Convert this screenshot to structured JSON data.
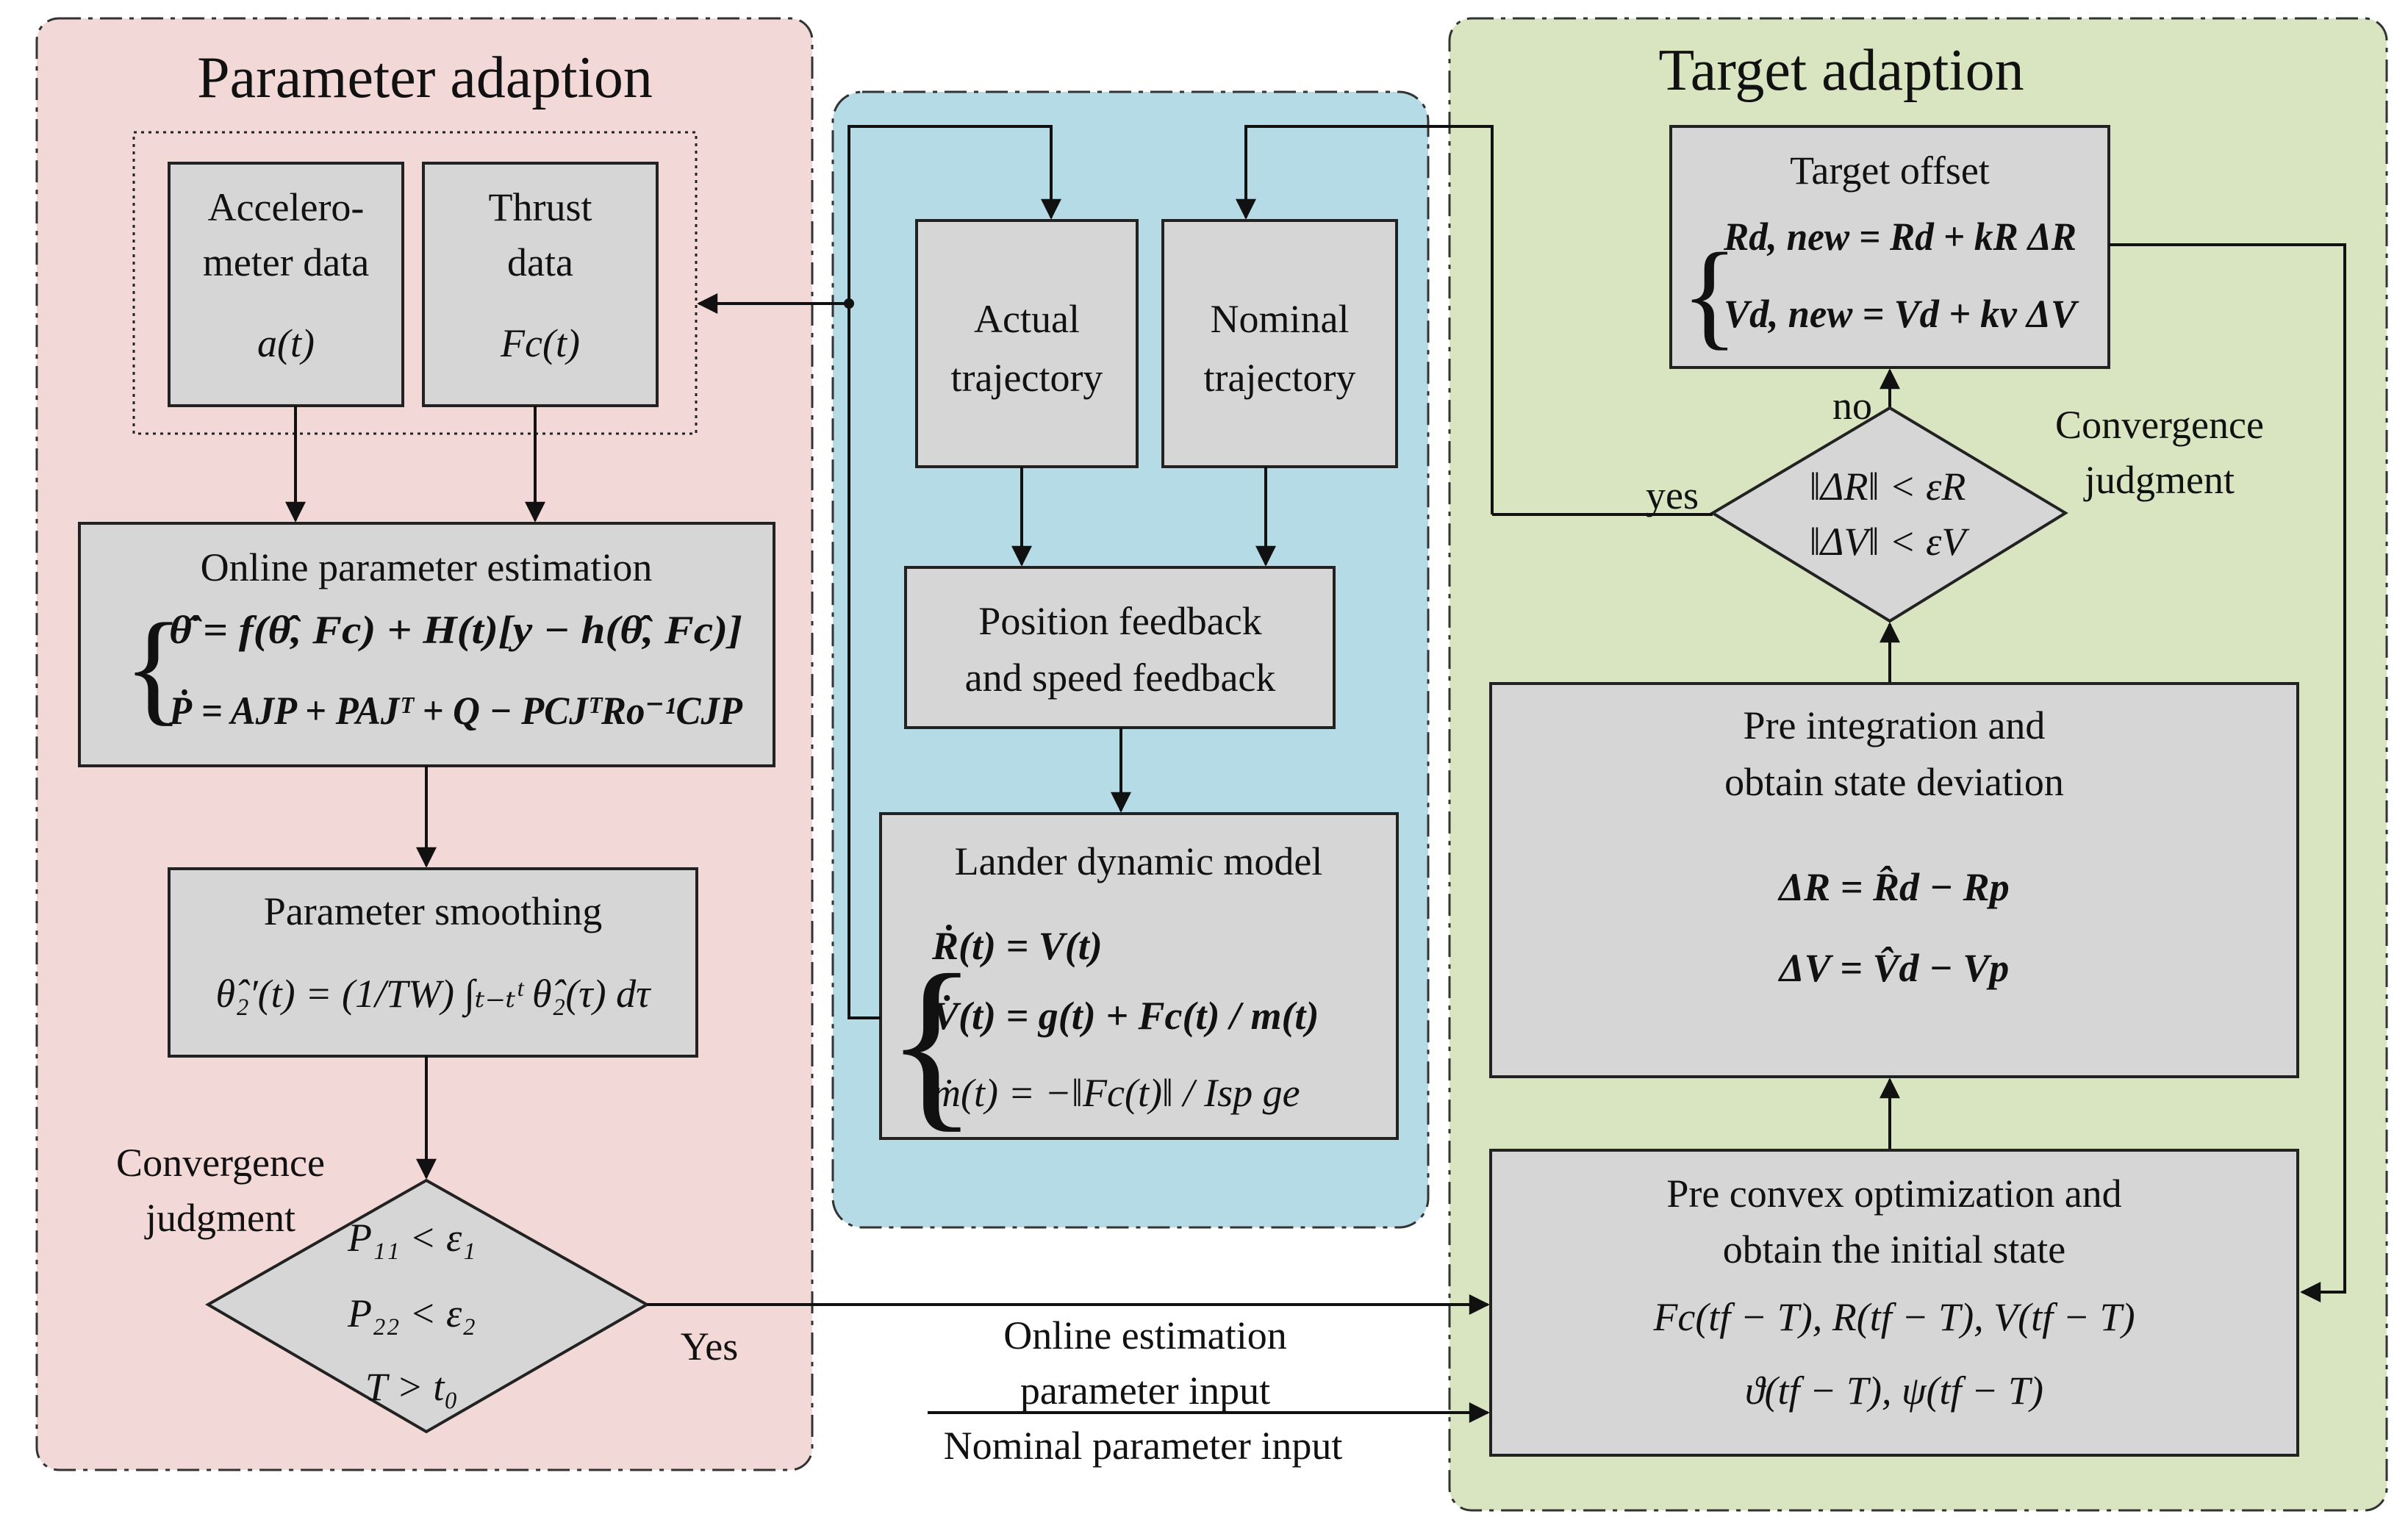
{
  "colors": {
    "left_panel": "#f2d9d8",
    "middle_panel": "#b5dbe6",
    "right_panel": "#d9e4c1",
    "box_fill": "#d6d6d6",
    "stroke": "#222222"
  },
  "left_panel": {
    "title": "Parameter adaption",
    "accelerometer": {
      "line1": "Accelero-",
      "line2": "meter data",
      "symbol": "a(t)"
    },
    "thrust": {
      "line1": "Thrust",
      "line2": "data",
      "symbol": "Fc(t)"
    },
    "estimation": {
      "title": "Online parameter estimation",
      "eq1": "θ̂̇ = f(θ̂, Fc) + H(t)[y − h(θ̂, Fc)]",
      "eq2": "Ṗ = AJP + PAJᵀ + Q − PCJᵀRo⁻¹CJP"
    },
    "smoothing": {
      "title": "Parameter smoothing",
      "eq": "θ̂₂′(t) = (1/TW) ∫ₜ₋ₜᵗ θ̂₂(τ) dτ"
    },
    "convergence": {
      "line1": "Convergence",
      "line2": "judgment",
      "cond1": "P₁₁ < ε₁",
      "cond2": "P₂₂ < ε₂",
      "cond3": "T > t₀",
      "yes": "Yes"
    }
  },
  "middle_panel": {
    "actual": {
      "line1": "Actual",
      "line2": "trajectory"
    },
    "nominal": {
      "line1": "Nominal",
      "line2": "trajectory"
    },
    "feedback": {
      "line1": "Position feedback",
      "line2": "and speed feedback"
    },
    "dynamics": {
      "title": "Lander dynamic model",
      "eq1": "Ṙ(t) = V(t)",
      "eq2": "V̇(t) = g(t) + Fc(t) / m(t)",
      "eq3": "ṁ(t) = −‖Fc(t)‖ / Isp ge"
    }
  },
  "right_panel": {
    "title": "Target adaption",
    "offset": {
      "title": "Target offset",
      "eq1": "Rd, new = Rd + kR ΔR",
      "eq2": "Vd, new = Vd + kv ΔV"
    },
    "convergence": {
      "line1": "Convergence",
      "line2": "judgment",
      "cond1": "‖ΔR‖ < εR",
      "cond2": "‖ΔV‖ < εV",
      "yes": "yes",
      "no": "no"
    },
    "integration": {
      "line1": "Pre integration and",
      "line2": "obtain  state deviation",
      "eq1": "ΔR = R̂d − Rp",
      "eq2": "ΔV = V̂d − Vp"
    },
    "optimization": {
      "line1": "Pre convex optimization and",
      "line2": "obtain the initial state",
      "eq1": "Fc(tf − T), R(tf − T), V(tf − T)",
      "eq2": "ϑ(tf − T), ψ(tf − T)"
    }
  },
  "inputs": {
    "online_line1": "Online estimation",
    "online_line2": "parameter input",
    "nominal": "Nominal parameter input"
  }
}
